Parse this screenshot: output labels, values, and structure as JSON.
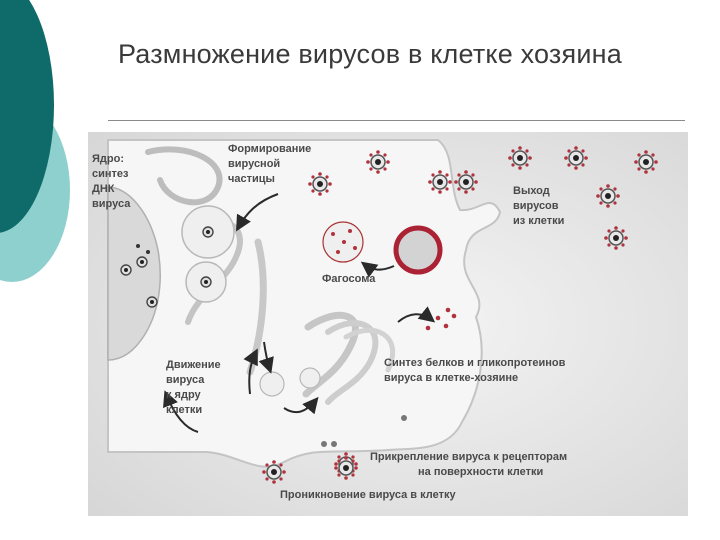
{
  "slide": {
    "title": "Размножение вирусов в клетке хозяина"
  },
  "diagram": {
    "labels": {
      "nucleus": [
        "Ядро:",
        "синтез",
        "ДНК",
        "вируса"
      ],
      "formation": [
        "Формирование",
        "вирусной",
        "частицы"
      ],
      "exit": [
        "Выход",
        "вирусов",
        "из клетки"
      ],
      "phagosome": "Фагосома",
      "movement": [
        "Движение",
        "вируса",
        "к ядру",
        "клетки"
      ],
      "synthesis": [
        "Синтез белков и гликопротеинов",
        "вируса в клетке-хозяине"
      ],
      "attachment": [
        "Прикрепление вируса к рецепторам",
        "на поверхности клетки"
      ],
      "penetration": "Проникновение вируса в клетку"
    }
  },
  "colors": {
    "teal_dark": "#0f6b6a",
    "teal_light": "#8ed0cd",
    "virus_red": "#b0323d",
    "cell_bg": "#f3f3f3"
  }
}
